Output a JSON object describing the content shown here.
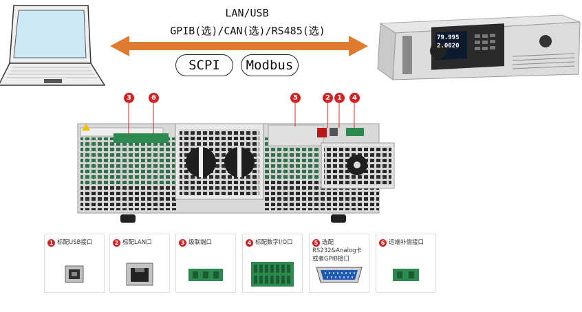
{
  "header": {
    "line1": "LAN/USB",
    "line2": "GPIB(选)/CAN(选)/RS485(选)"
  },
  "protocols": [
    "SCPI",
    "Modbus"
  ],
  "instrument_display": {
    "voltage": "79.995",
    "current": "2.0020"
  },
  "markers": [
    "3",
    "6",
    "5",
    "2",
    "1",
    "4"
  ],
  "tiles": [
    {
      "num": "1",
      "label": "标配USB接口",
      "icon": "usb-port-icon"
    },
    {
      "num": "2",
      "label": "标配LAN口",
      "icon": "lan-port-icon"
    },
    {
      "num": "3",
      "label": "级联端口",
      "icon": "cascade-terminal-icon"
    },
    {
      "num": "4",
      "label": "标配数字I/O口",
      "icon": "digital-io-terminal-icon"
    },
    {
      "num": "5",
      "label": "选配RS232&Analog卡或者GPIB接口",
      "icon": "gpib-connector-icon"
    },
    {
      "num": "6",
      "label": "远端补偿接口",
      "icon": "remote-sense-terminal-icon"
    }
  ],
  "colors": {
    "arrow": "#e07a2f",
    "marker": "#d42020",
    "grill_green": "#2f6f4a",
    "chassis": "#d9d9d9"
  }
}
